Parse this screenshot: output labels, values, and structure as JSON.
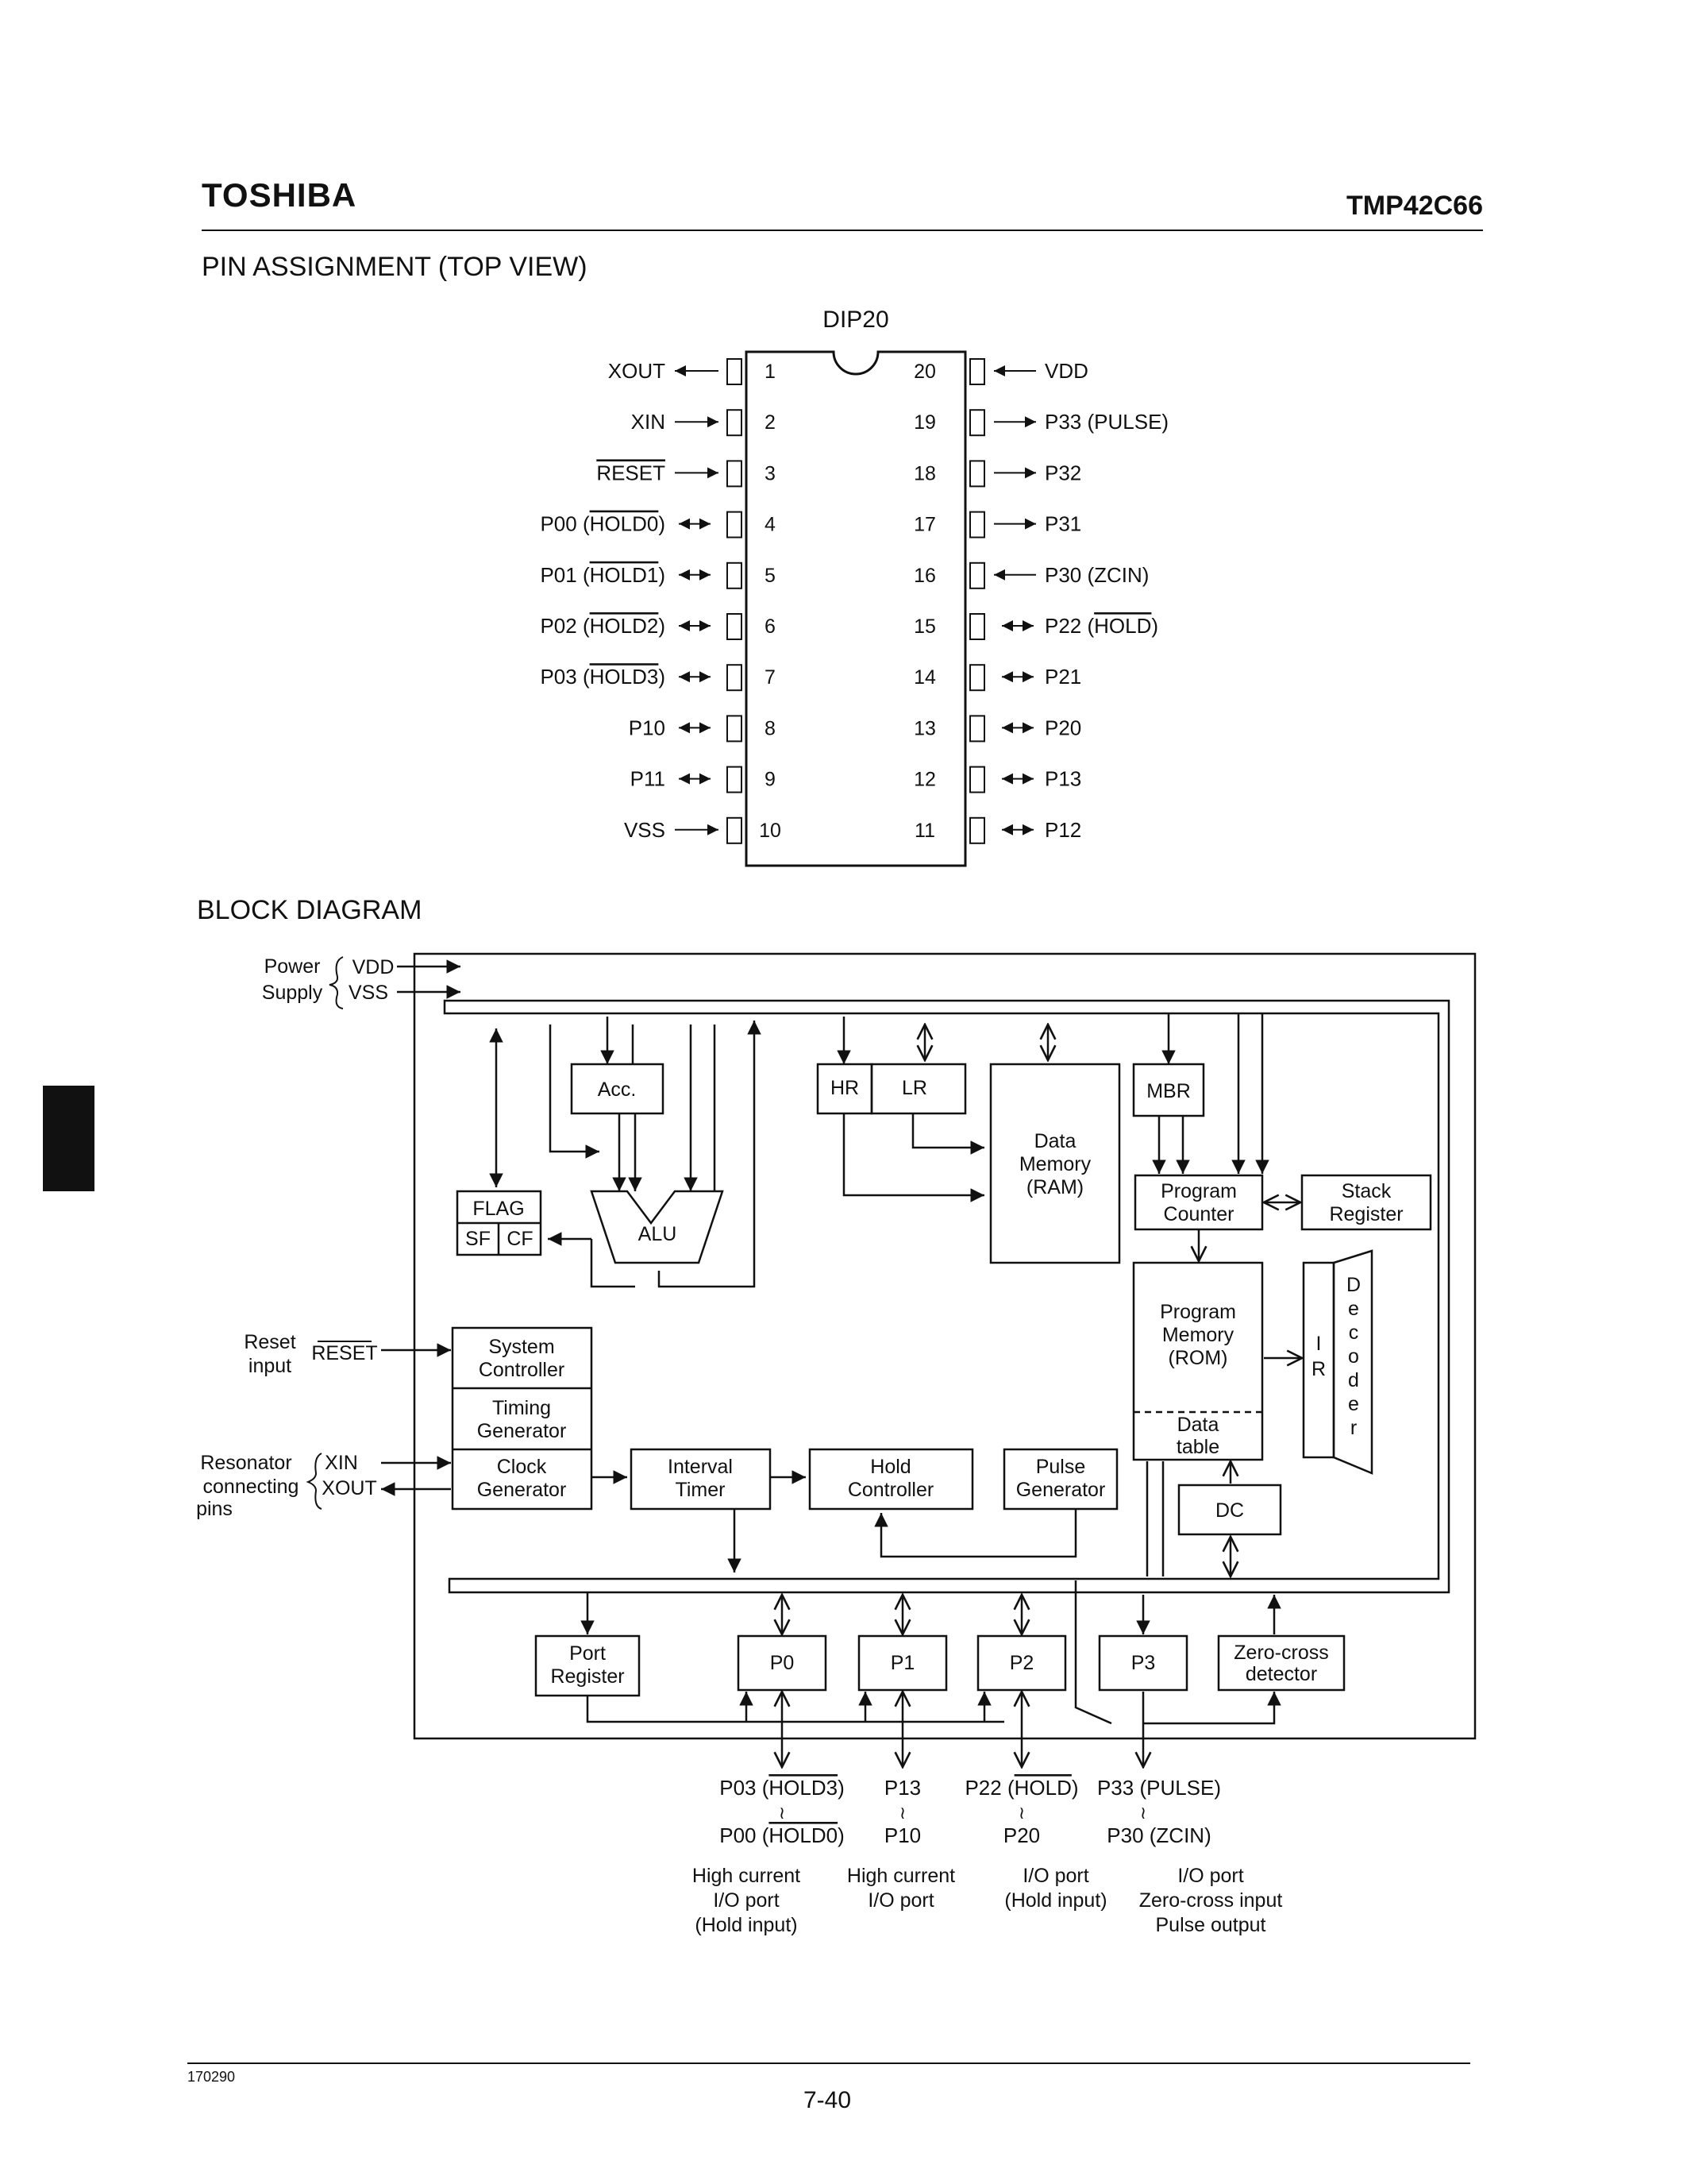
{
  "header": {
    "brand": "TOSHIBA",
    "part_number": "TMP42C66"
  },
  "pin_assignment": {
    "heading": "PIN ASSIGNMENT (TOP VIEW)",
    "package": "DIP20",
    "left_pins": [
      {
        "num": "1",
        "label": "XOUT",
        "overline": "",
        "dir": "out"
      },
      {
        "num": "2",
        "label": "XIN",
        "overline": "",
        "dir": "in"
      },
      {
        "num": "3",
        "label": "",
        "overline": "RESET",
        "dir": "in"
      },
      {
        "num": "4",
        "label": "P00 (",
        "overline": "HOLD0",
        "dir": "bi"
      },
      {
        "num": "5",
        "label": "P01 (",
        "overline": "HOLD1",
        "dir": "bi"
      },
      {
        "num": "6",
        "label": "P02 (",
        "overline": "HOLD2",
        "dir": "bi"
      },
      {
        "num": "7",
        "label": "P03 (",
        "overline": "HOLD3",
        "dir": "bi"
      },
      {
        "num": "8",
        "label": "P10",
        "overline": "",
        "dir": "bi"
      },
      {
        "num": "9",
        "label": "P11",
        "overline": "",
        "dir": "bi"
      },
      {
        "num": "10",
        "label": "VSS",
        "overline": "",
        "dir": "in"
      }
    ],
    "right_pins": [
      {
        "num": "20",
        "label": "VDD",
        "overline": "",
        "dir": "in"
      },
      {
        "num": "19",
        "label": "P33 (PULSE)",
        "overline": "",
        "dir": "out"
      },
      {
        "num": "18",
        "label": "P32",
        "overline": "",
        "dir": "out"
      },
      {
        "num": "17",
        "label": "P31",
        "overline": "",
        "dir": "out"
      },
      {
        "num": "16",
        "label": "P30 (ZCIN)",
        "overline": "",
        "dir": "in"
      },
      {
        "num": "15",
        "label": "P22 (",
        "overline": "HOLD",
        "dir": "bi"
      },
      {
        "num": "14",
        "label": "P21",
        "overline": "",
        "dir": "bi"
      },
      {
        "num": "13",
        "label": "P20",
        "overline": "",
        "dir": "bi"
      },
      {
        "num": "12",
        "label": "P13",
        "overline": "",
        "dir": "bi"
      },
      {
        "num": "11",
        "label": "P12",
        "overline": "",
        "dir": "bi"
      }
    ]
  },
  "block_diagram": {
    "heading": "BLOCK DIAGRAM",
    "power": {
      "label1": "Power",
      "label2": "Supply",
      "vdd": "VDD",
      "vss": "VSS"
    },
    "reset": {
      "label1": "Reset",
      "label2": "input",
      "pin": "RESET"
    },
    "resonator": {
      "label1": "Resonator",
      "label2": "connecting",
      "label3": "pins",
      "xin": "XIN",
      "xout": "XOUT"
    },
    "blocks": {
      "acc": "Acc.",
      "hr": "HR",
      "lr": "LR",
      "data_memory": [
        "Data",
        "Memory",
        "(RAM)"
      ],
      "mbr": "MBR",
      "flag": "FLAG",
      "sf": "SF",
      "cf": "CF",
      "alu": "ALU",
      "program_counter": [
        "Program",
        "Counter"
      ],
      "stack_register": [
        "Stack",
        "Register"
      ],
      "program_memory": [
        "Program",
        "Memory",
        "(ROM)"
      ],
      "data_table": [
        "Data",
        "table"
      ],
      "ir": [
        "I",
        "R"
      ],
      "decoder": [
        "D",
        "e",
        "c",
        "o",
        "d",
        "e",
        "r"
      ],
      "system_controller": [
        "System",
        "Controller"
      ],
      "timing_generator": [
        "Timing",
        "Generator"
      ],
      "clock_generator": [
        "Clock",
        "Generator"
      ],
      "interval_timer": [
        "Interval",
        "Timer"
      ],
      "hold_controller": [
        "Hold",
        "Controller"
      ],
      "pulse_generator": [
        "Pulse",
        "Generator"
      ],
      "dc": "DC",
      "port_register": [
        "Port",
        "Register"
      ],
      "p0": "P0",
      "p1": "P1",
      "p2": "P2",
      "p3": "P3",
      "zero_cross": [
        "Zero-cross",
        "detector"
      ]
    },
    "ports": [
      {
        "top_text": "P03 (",
        "top_over": "HOLD3",
        "top_end": ")",
        "bottom_text": "P00 (",
        "bottom_over": "HOLD0",
        "bottom_end": ")",
        "desc": [
          "High current",
          "I/O port",
          "(Hold input)"
        ]
      },
      {
        "top_text": "P13",
        "top_over": "",
        "top_end": "",
        "bottom_text": "P10",
        "bottom_over": "",
        "bottom_end": "",
        "desc": [
          "High current",
          "I/O port"
        ]
      },
      {
        "top_text": "P22 (",
        "top_over": "HOLD",
        "top_end": ")",
        "bottom_text": "P20",
        "bottom_over": "",
        "bottom_end": "",
        "desc": [
          "I/O port",
          "(Hold input)"
        ]
      },
      {
        "top_text": "P33 (PULSE)",
        "top_over": "",
        "top_end": "",
        "bottom_text": "P30 (ZCIN)",
        "bottom_over": "",
        "bottom_end": "",
        "desc": [
          "I/O port",
          "Zero-cross input",
          "Pulse output"
        ]
      }
    ]
  },
  "footer": {
    "code": "170290",
    "page": "7-40"
  }
}
